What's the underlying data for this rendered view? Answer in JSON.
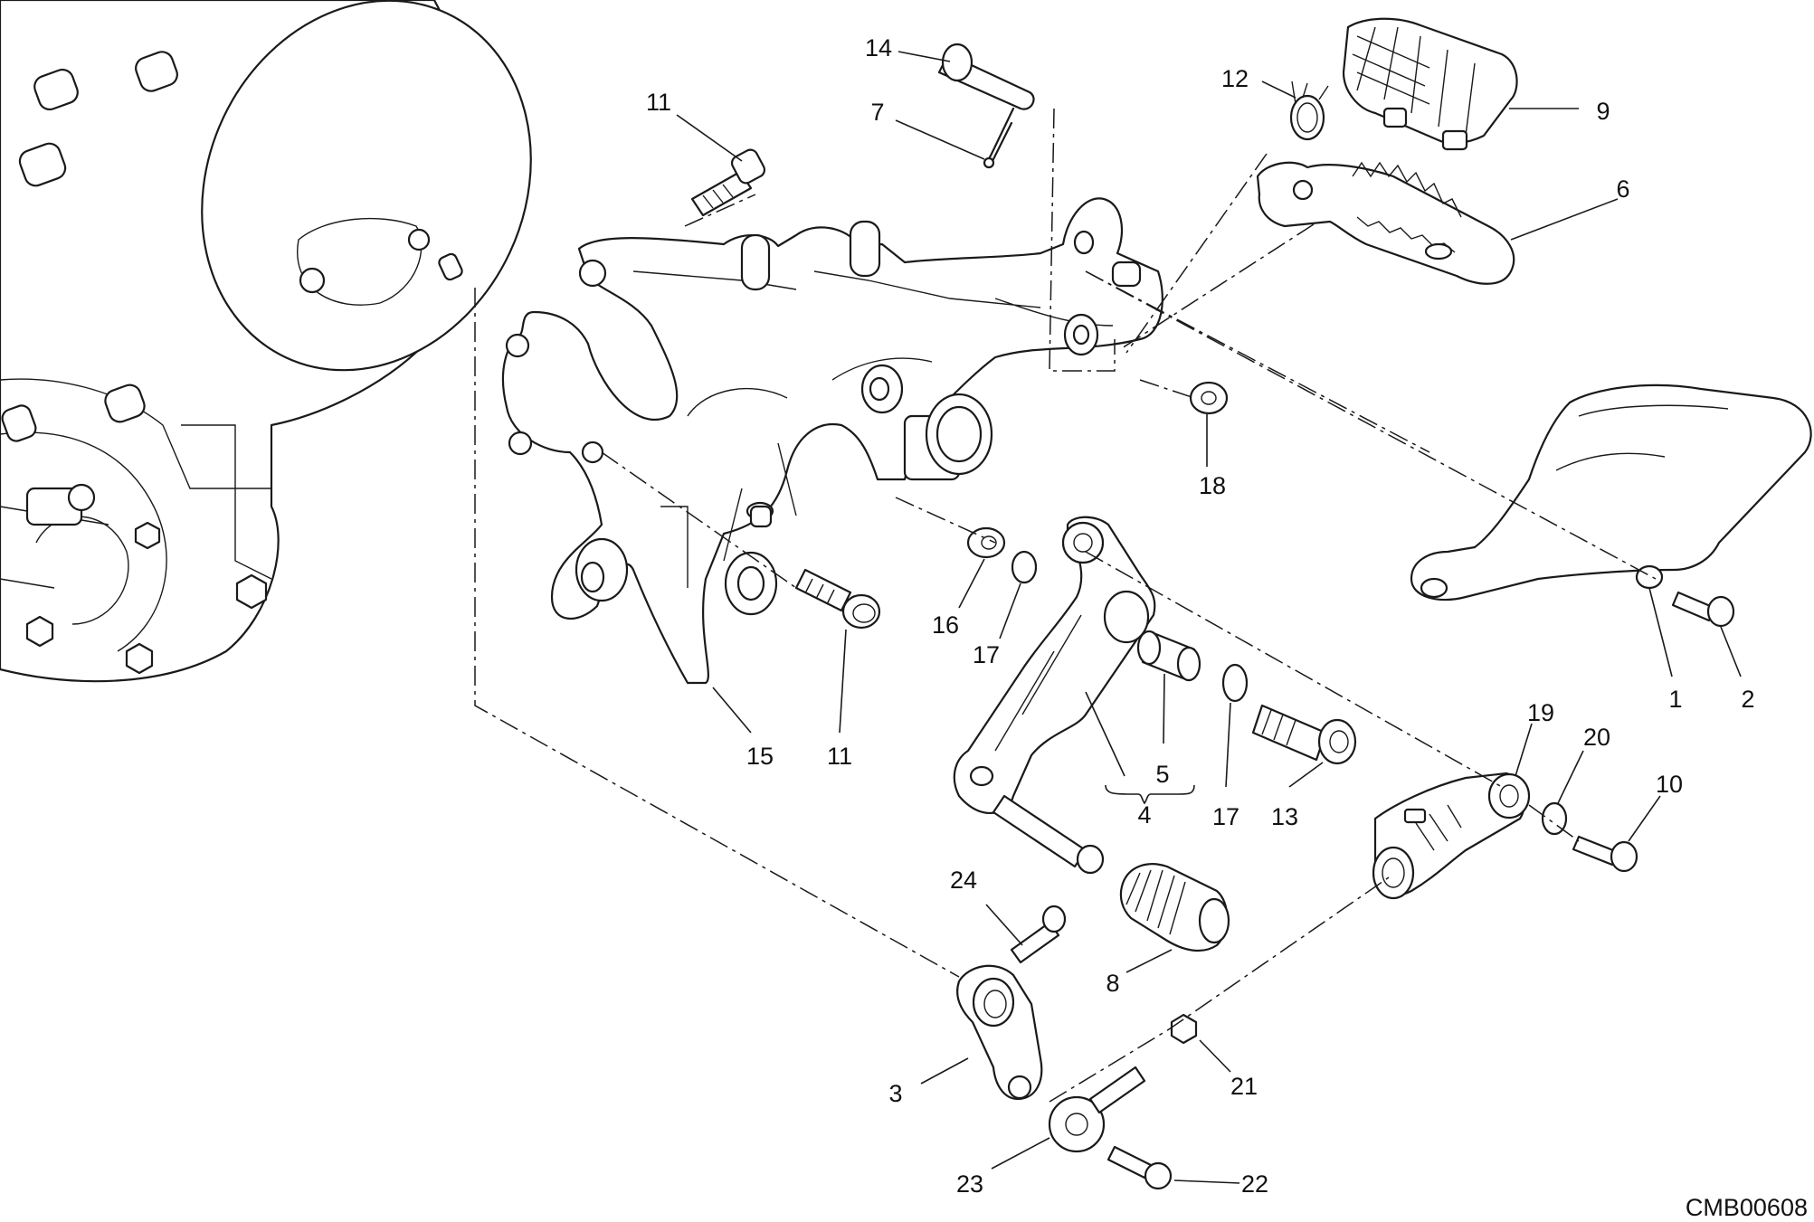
{
  "drawing_code": "CMB00608",
  "callouts": [
    {
      "id": "c1",
      "text": "1"
    },
    {
      "id": "c2",
      "text": "2"
    },
    {
      "id": "c3",
      "text": "3"
    },
    {
      "id": "c4",
      "text": "4"
    },
    {
      "id": "c5",
      "text": "5"
    },
    {
      "id": "c6",
      "text": "6"
    },
    {
      "id": "c7",
      "text": "7"
    },
    {
      "id": "c8",
      "text": "8"
    },
    {
      "id": "c9",
      "text": "9"
    },
    {
      "id": "c10",
      "text": "10"
    },
    {
      "id": "c11a",
      "text": "11"
    },
    {
      "id": "c11b",
      "text": "11"
    },
    {
      "id": "c12",
      "text": "12"
    },
    {
      "id": "c13",
      "text": "13"
    },
    {
      "id": "c14",
      "text": "14"
    },
    {
      "id": "c15",
      "text": "15"
    },
    {
      "id": "c16",
      "text": "16"
    },
    {
      "id": "c17a",
      "text": "17"
    },
    {
      "id": "c17b",
      "text": "17"
    },
    {
      "id": "c18",
      "text": "18"
    },
    {
      "id": "c19",
      "text": "19"
    },
    {
      "id": "c20",
      "text": "20"
    },
    {
      "id": "c21",
      "text": "21"
    },
    {
      "id": "c22",
      "text": "22"
    },
    {
      "id": "c23",
      "text": "23"
    },
    {
      "id": "c24",
      "text": "24"
    }
  ]
}
